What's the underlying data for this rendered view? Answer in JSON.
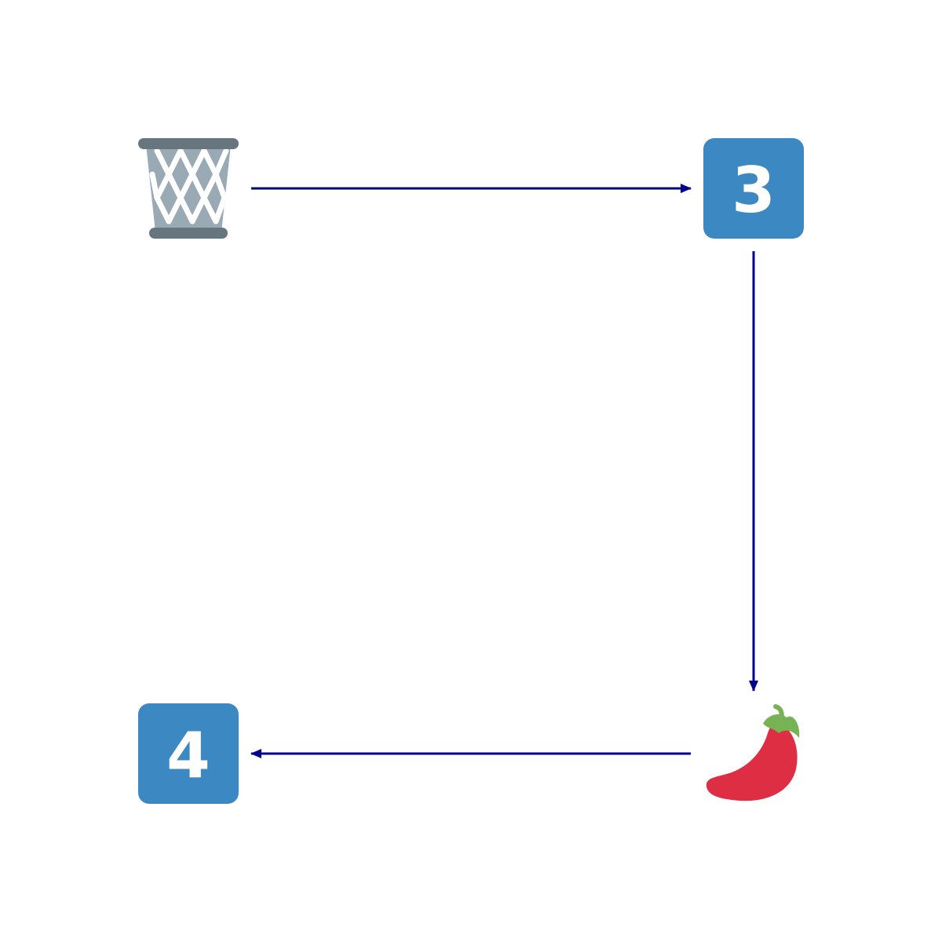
{
  "nodes": [
    {
      "id": "n1",
      "icon": "wastebasket-icon"
    },
    {
      "id": "n2",
      "icon": "keycap-3-icon",
      "label": "3"
    },
    {
      "id": "n3",
      "icon": "hot-pepper-icon"
    },
    {
      "id": "n4",
      "icon": "keycap-4-icon",
      "label": "4"
    }
  ],
  "edges": [
    {
      "from": "n1",
      "to": "n2"
    },
    {
      "from": "n2",
      "to": "n3"
    },
    {
      "from": "n3",
      "to": "n4"
    }
  ],
  "colors": {
    "arrow": "#00008b",
    "keycap": "#3b88c3",
    "keycap_text": "#ffffff",
    "basket_rim": "#67757f",
    "basket_body": "#99aab5",
    "pepper": "#dd2e44",
    "pepper_stem": "#77b255"
  }
}
